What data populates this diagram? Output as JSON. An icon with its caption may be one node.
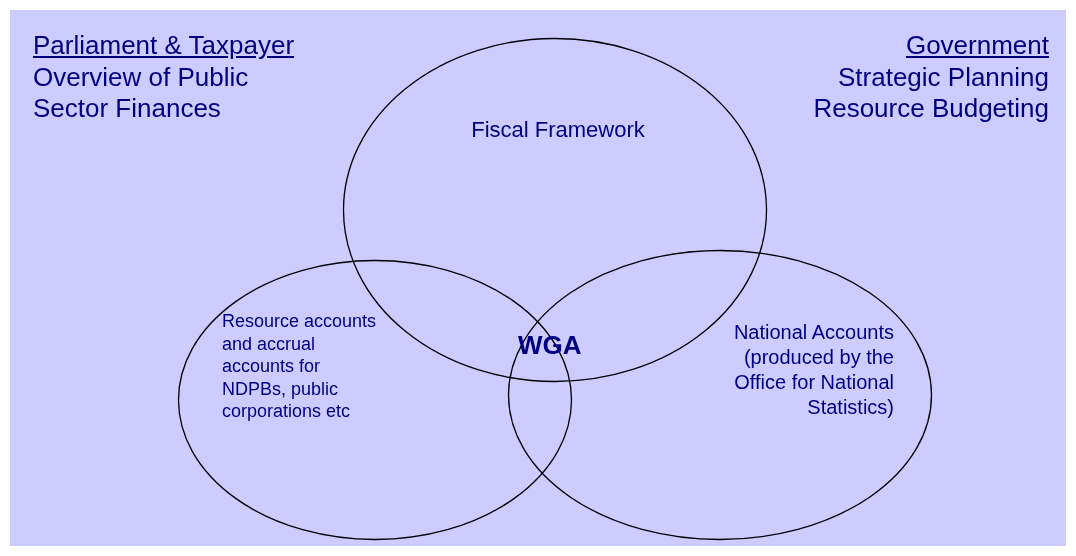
{
  "diagram": {
    "nodes": [
      {
        "text": [
          "Fiscal Framework"
        ]
      },
      {
        "text": [
          "Resource accounts and accrual accounts for NDPBs, public corporations etc"
        ]
      },
      {
        "text": [
          "National Accounts (produced by the Office for National Statistics)"
        ]
      }
    ],
    "labels": [
      "Parliament & Taxpayer",
      "Overview of Public Sector Finances",
      "Government",
      "Strategic Planning Resource Budgeting",
      "WGA"
    ]
  }
}
